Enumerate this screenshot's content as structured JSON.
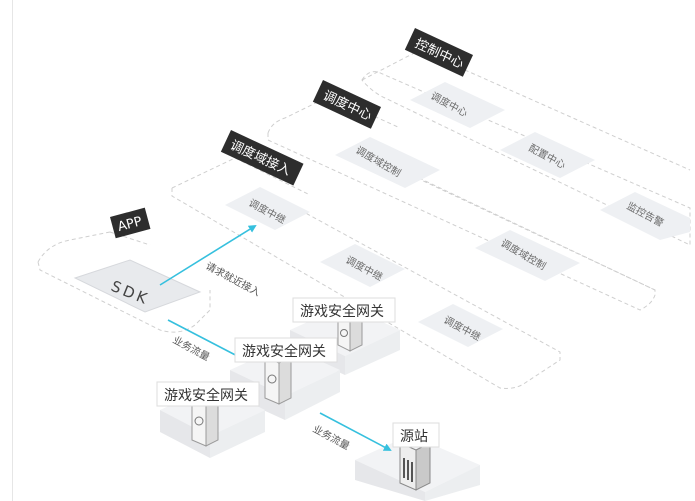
{
  "regions": {
    "control_center": "控制中心",
    "dispatch_center": "调度中心",
    "dispatch_access": "调度域接入",
    "app": "APP"
  },
  "tiles": {
    "control_center_relay": "调度中心",
    "config_center": "配置中心",
    "monitor_alarm": "监控告警",
    "domain_control_1": "调度域控制",
    "domain_control_2": "调度域控制",
    "relay_1": "调度中继",
    "relay_2": "调度中继",
    "relay_3": "调度中继",
    "sdk": "SDK"
  },
  "gateways": {
    "gateway_1": "游戏安全网关",
    "gateway_2": "游戏安全网关",
    "gateway_3": "游戏安全网关",
    "origin": "源站"
  },
  "flows": {
    "request_access": "请求就近接入",
    "business_flow_1": "业务流量",
    "business_flow_2": "业务流量"
  },
  "colors": {
    "flow_arrow": "#36c0de",
    "label_bg": "#2d2d2d",
    "tile_bg": "#eef0f3",
    "dashed_border": "#cfcfcf"
  }
}
